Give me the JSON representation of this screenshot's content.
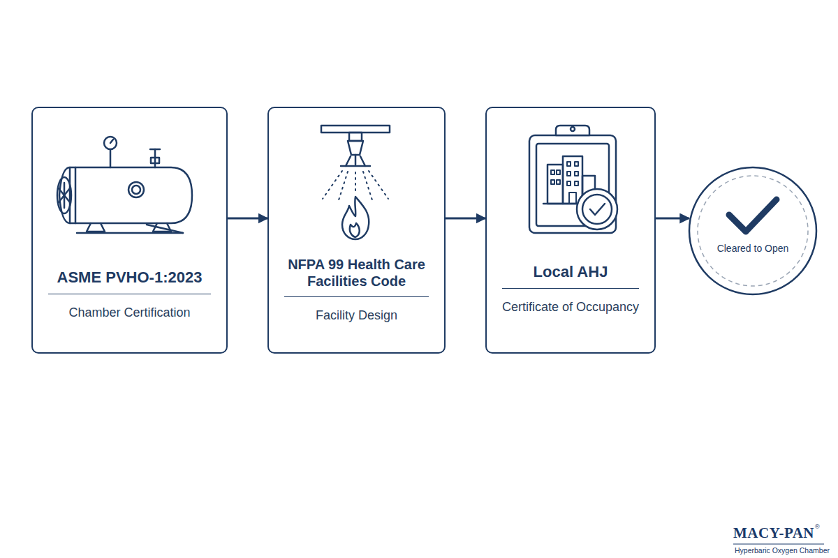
{
  "diagram": {
    "nodes": [
      {
        "text": [
          "ASME PVHO-1:2023",
          "Chamber Certification"
        ]
      },
      {
        "text": [
          "NFPA 99 Health Care Facilities Code",
          "Facility Design"
        ]
      },
      {
        "text": [
          "Local AHJ",
          "Certificate of Occupancy"
        ]
      },
      {
        "text": [
          "Cleared to Open"
        ]
      }
    ],
    "edges": [
      {
        "from": 0,
        "to": 1,
        "arrow": "to"
      },
      {
        "from": 1,
        "to": 2,
        "arrow": "to"
      },
      {
        "from": 2,
        "to": 3,
        "arrow": "to"
      }
    ],
    "labels": [
      "MACY-PAN",
      "®",
      "Hyperbaric Oxygen Chamber"
    ]
  }
}
